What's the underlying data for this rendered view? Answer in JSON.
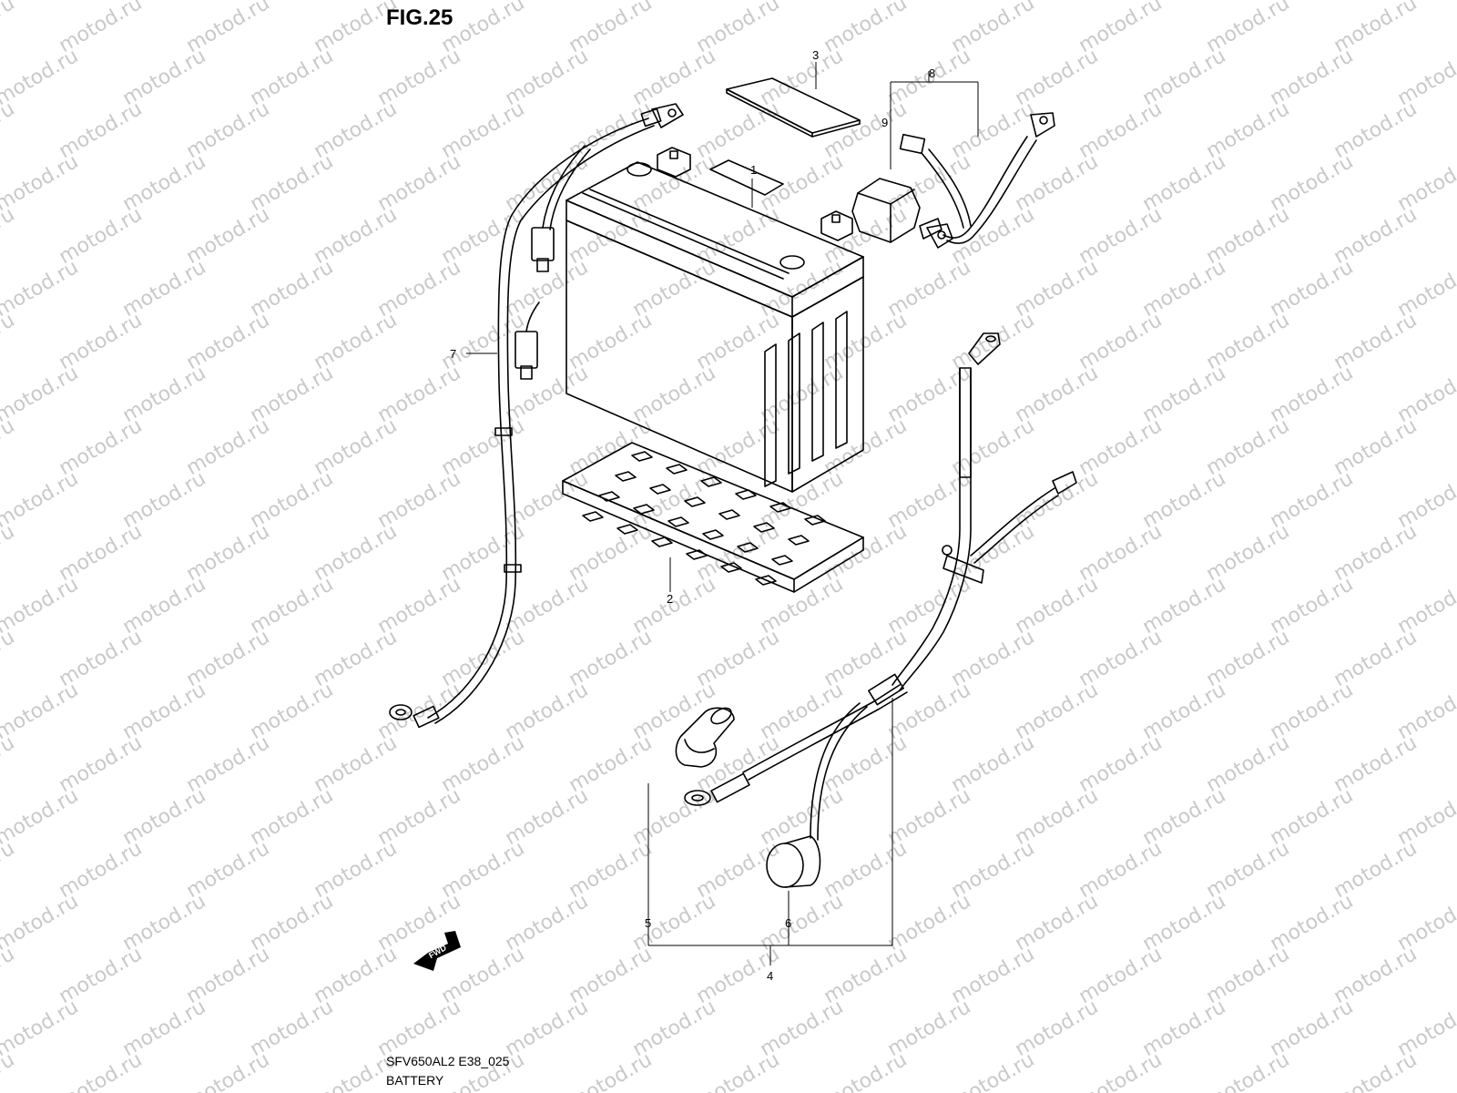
{
  "figure": {
    "title": "FIG.25",
    "code": "SFV650AL2 E38_025",
    "name": "BATTERY",
    "watermark": "motod.ru",
    "fwd_label": "FWD"
  },
  "callouts": [
    {
      "id": "c1",
      "label": "1"
    },
    {
      "id": "c2",
      "label": "2"
    },
    {
      "id": "c3",
      "label": "3"
    },
    {
      "id": "c4",
      "label": "4"
    },
    {
      "id": "c5",
      "label": "5"
    },
    {
      "id": "c6",
      "label": "6"
    },
    {
      "id": "c7",
      "label": "7"
    },
    {
      "id": "c8",
      "label": "8"
    },
    {
      "id": "c9",
      "label": "9"
    }
  ],
  "colors": {
    "line": "#000000",
    "watermark": "#c9c9c9",
    "background": "#ffffff"
  }
}
